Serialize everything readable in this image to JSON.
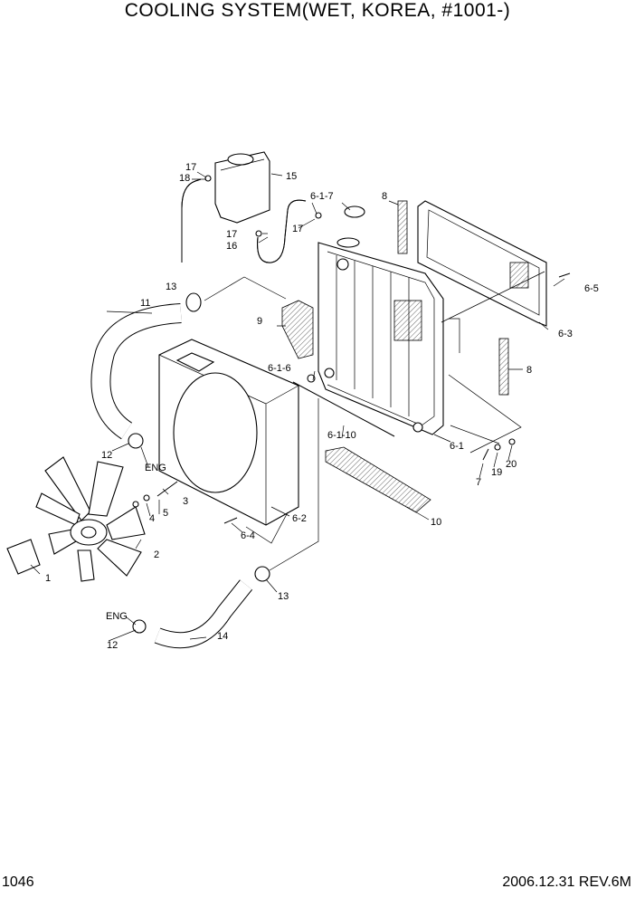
{
  "title": "COOLING SYSTEM(WET,  KOREA, #1001-)",
  "page_number": "1046",
  "revision": "2006.12.31 REV.6M",
  "callouts": {
    "c1": "1",
    "c2": "2",
    "c3": "3",
    "c4": "4",
    "c5": "5",
    "c6_1": "6-1",
    "c6_1_6": "6-1-6",
    "c6_1_7": "6-1-7",
    "c6_1_10": "6-1-10",
    "c6_2": "6-2",
    "c6_3": "6-3",
    "c6_4": "6-4",
    "c6_5": "6-5",
    "c7": "7",
    "c8a": "8",
    "c8b": "8",
    "c9": "9",
    "c10": "10",
    "c11": "11",
    "c12a": "12",
    "c12b": "12",
    "c13a": "13",
    "c13b": "13",
    "c14": "14",
    "c15": "15",
    "c16": "16",
    "c17a": "17",
    "c17b": "17",
    "c17c": "17",
    "c18": "18",
    "c19": "19",
    "c20": "20",
    "eng_a": "ENG",
    "eng_b": "ENG"
  }
}
